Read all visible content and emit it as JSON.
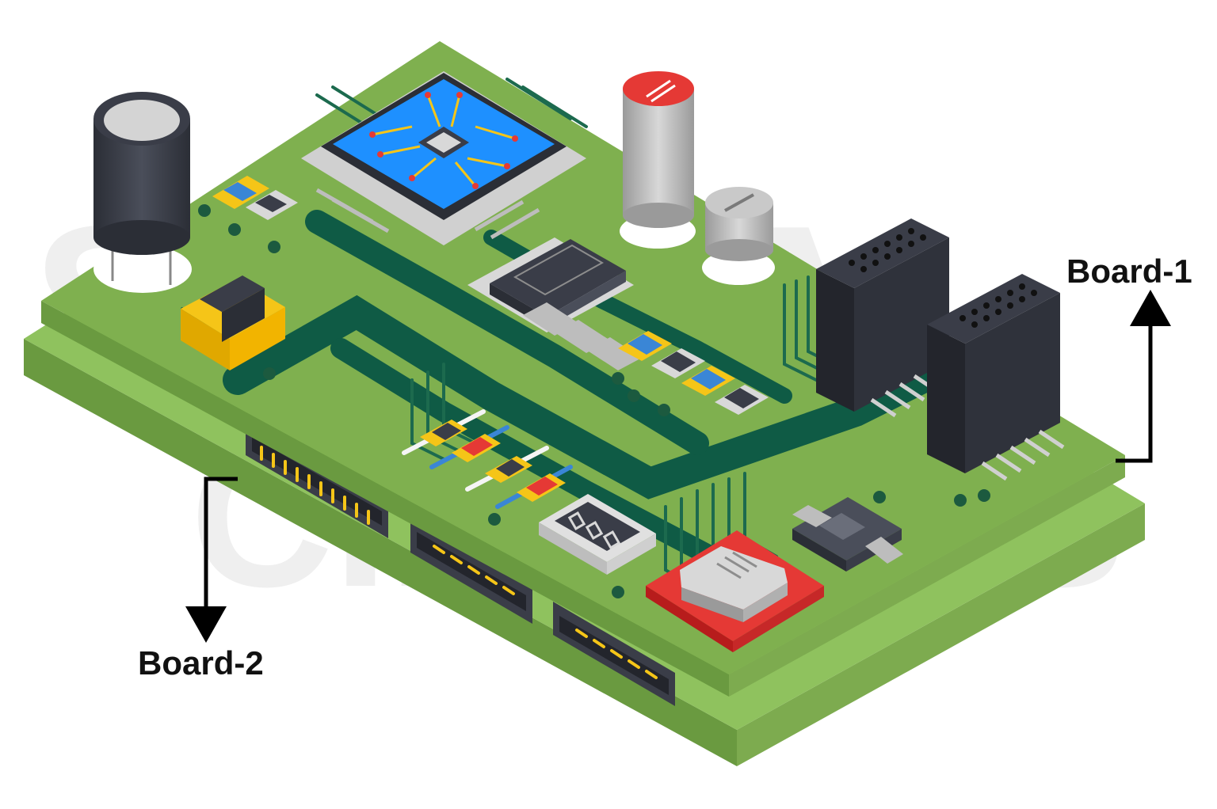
{
  "diagram": {
    "labels": {
      "board_1": "Board-1",
      "board_2": "Board-2"
    },
    "watermark_text": "SIERRA CIRCUITS",
    "colors": {
      "board_top": "#7fb04f",
      "board_light": "#8fc25e",
      "board_edge": "#6a9a40",
      "trace": "#1c6a4e",
      "trace_dark": "#0f5b45",
      "chip_blue": "#1e90ff",
      "component_dark": "#3a3d48",
      "red": "#e53935",
      "gold": "#f5c518",
      "arrow": "#000000"
    },
    "icons": [
      "electrolytic-capacitor-icon",
      "microcontroller-chip-icon",
      "connector-header-icon",
      "resistor-icon",
      "voltage-regulator-icon"
    ]
  }
}
